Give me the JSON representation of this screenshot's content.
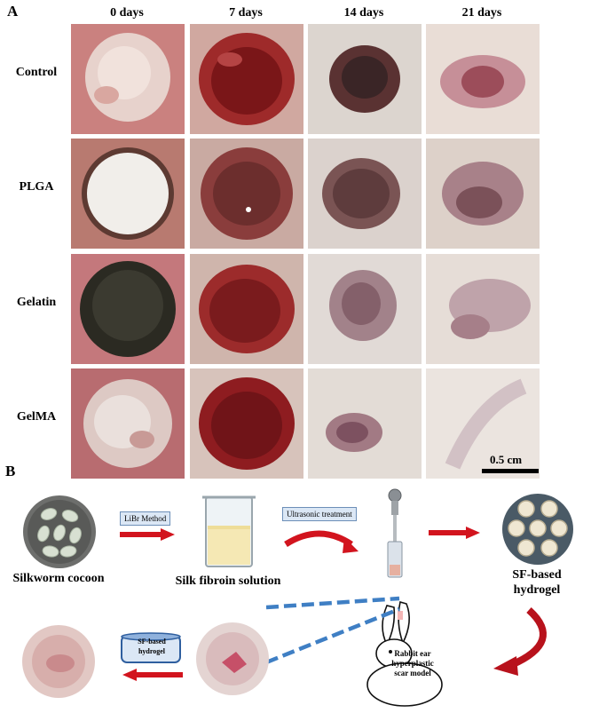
{
  "panel_a": {
    "letter": "A",
    "columns": [
      "0 days",
      "7 days",
      "14 days",
      "21 days"
    ],
    "rows": [
      "Control",
      "PLGA",
      "Gelatin",
      "GelMA"
    ],
    "scale_bar_label": "0.5 cm"
  },
  "panel_b": {
    "letter": "B",
    "silkworm_cocoon": "Silkworm cocoon",
    "libr_method": "LiBr Method",
    "silk_fibroin_solution": "Silk fibroin solution",
    "ultrasonic_treatment": "Ultrasonic treatment",
    "sf_hydrogel_line1": "SF-based",
    "sf_hydrogel_line2": "hydrogel",
    "jar_line1": "SF-based",
    "jar_line2": "hydrogel",
    "model_line1": "Rabbit ear",
    "model_line2": "hyperplastic",
    "model_line3": "scar model"
  },
  "colors": {
    "arrow_red": "#d2141e",
    "dash_blue": "#3f7fc4",
    "tag_border": "#6d8fb8"
  }
}
